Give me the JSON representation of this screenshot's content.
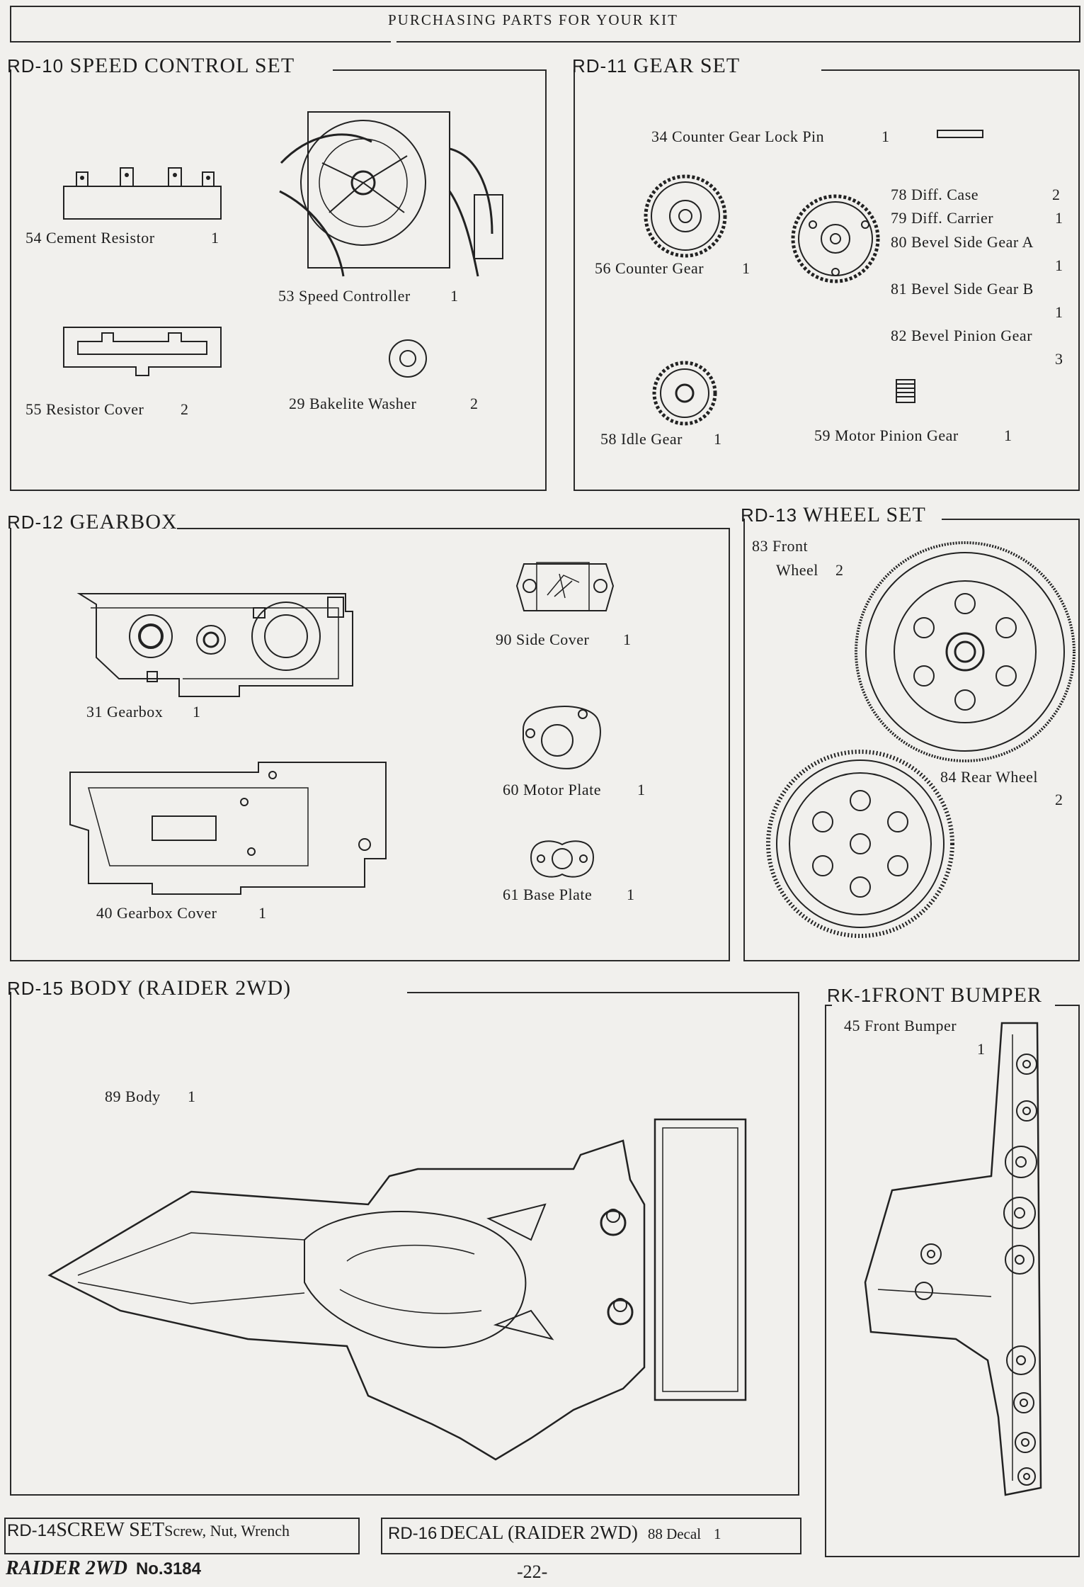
{
  "header": {
    "title": "PURCHASING PARTS FOR YOUR KIT"
  },
  "sections": {
    "rd10": {
      "code": "RD-10",
      "name": "SPEED CONTROL SET",
      "parts": [
        {
          "label": "54 Cement Resistor",
          "qty": "1"
        },
        {
          "label": "53 Speed Controller",
          "qty": "1"
        },
        {
          "label": "55 Resistor Cover",
          "qty": "2"
        },
        {
          "label": "29 Bakelite Washer",
          "qty": "2"
        }
      ]
    },
    "rd11": {
      "code": "RD-11",
      "name": "GEAR SET",
      "parts": [
        {
          "label": "34 Counter Gear Lock Pin",
          "qty": "1"
        },
        {
          "label": "56 Counter Gear",
          "qty": "1"
        },
        {
          "label": "58 Idle Gear",
          "qty": "1"
        },
        {
          "label": "59 Motor Pinion Gear",
          "qty": "1"
        },
        {
          "label": "78 Diff. Case",
          "qty": "2"
        },
        {
          "label": "79 Diff. Carrier",
          "qty": "1"
        },
        {
          "label": "80 Bevel Side Gear A",
          "qty": "1"
        },
        {
          "label": "81 Bevel Side Gear B",
          "qty": "1"
        },
        {
          "label": "82 Bevel Pinion Gear",
          "qty": "3"
        }
      ]
    },
    "rd12": {
      "code": "RD-12",
      "name": "GEARBOX",
      "parts": [
        {
          "label": "31 Gearbox",
          "qty": "1"
        },
        {
          "label": "40 Gearbox Cover",
          "qty": "1"
        },
        {
          "label": "90 Side Cover",
          "qty": "1"
        },
        {
          "label": "60 Motor Plate",
          "qty": "1"
        },
        {
          "label": "61 Base Plate",
          "qty": "1"
        }
      ]
    },
    "rd13": {
      "code": "RD-13",
      "name": "WHEEL SET",
      "parts": [
        {
          "label_line1": "83 Front",
          "label_line2": "Wheel",
          "qty": "2"
        },
        {
          "label": "84 Rear Wheel",
          "qty": "2"
        }
      ]
    },
    "rd15": {
      "code": "RD-15",
      "name": "BODY (RAIDER 2WD)",
      "parts": [
        {
          "label": "89 Body",
          "qty": "1"
        }
      ]
    },
    "rk1": {
      "code": "RK-1",
      "name": "FRONT BUMPER",
      "parts": [
        {
          "label": "45 Front Bumper",
          "qty": "1"
        }
      ]
    },
    "rd14": {
      "code": "RD-14",
      "name": "SCREW SET",
      "desc": "Screw, Nut, Wrench"
    },
    "rd16": {
      "code": "RD-16",
      "name": "DECAL (RAIDER 2WD)",
      "part": "88 Decal",
      "qty": "1"
    }
  },
  "footer": {
    "brand": "RAIDER 2WD",
    "model": "No.3184",
    "page": "-22-"
  }
}
